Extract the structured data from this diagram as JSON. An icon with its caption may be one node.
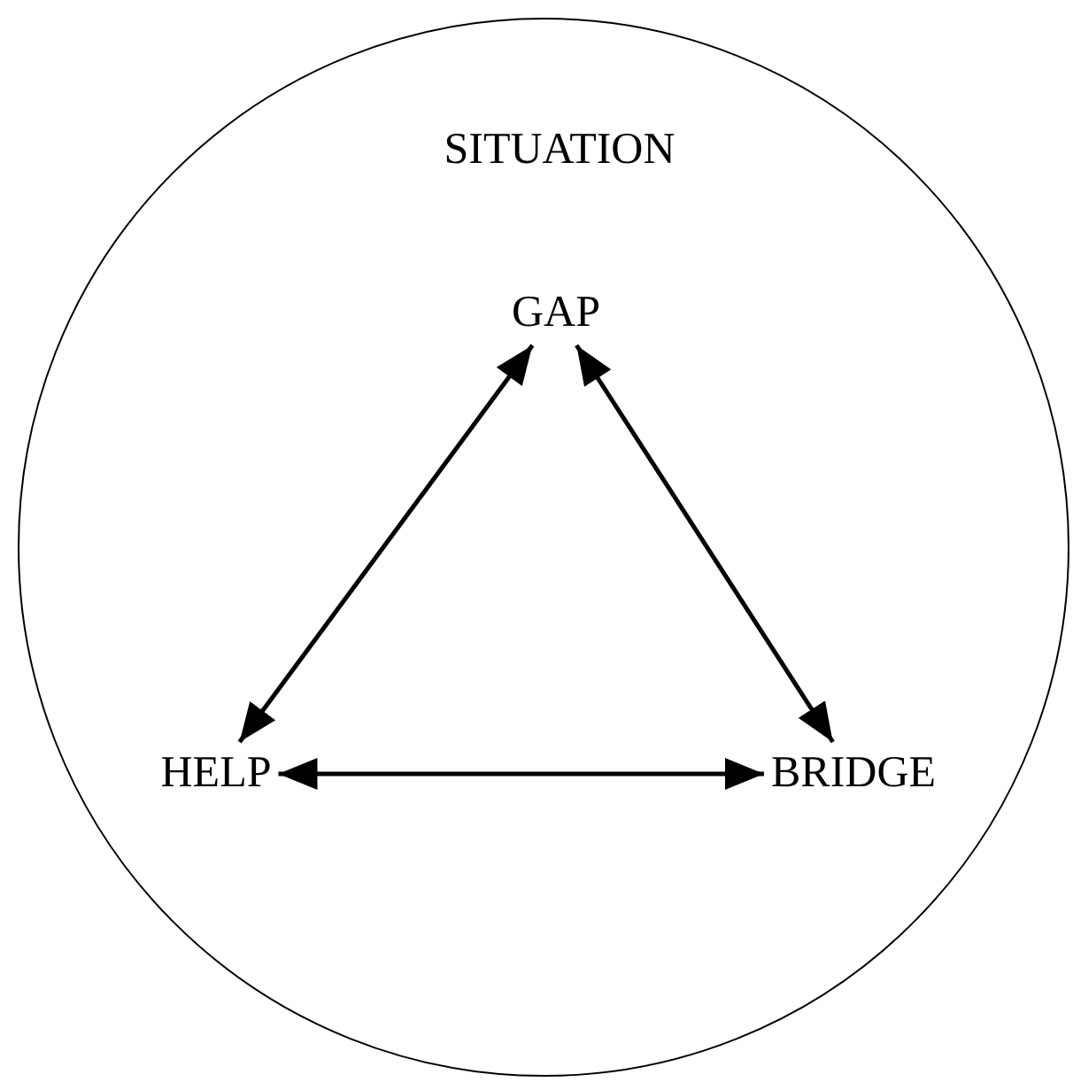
{
  "diagram": {
    "nodes": [
      {
        "text": [
          "SITUATION"
        ]
      },
      {
        "text": [
          "GAP"
        ],
        "in": 0
      },
      {
        "text": [
          "HELP"
        ],
        "in": 0
      },
      {
        "text": [
          "BRIDGE"
        ],
        "in": 0
      }
    ],
    "edges": [
      {
        "from": 1,
        "to": 2,
        "arrow": "both"
      },
      {
        "from": 1,
        "to": 3,
        "arrow": "both"
      },
      {
        "from": 2,
        "to": 3,
        "arrow": "both"
      }
    ]
  }
}
